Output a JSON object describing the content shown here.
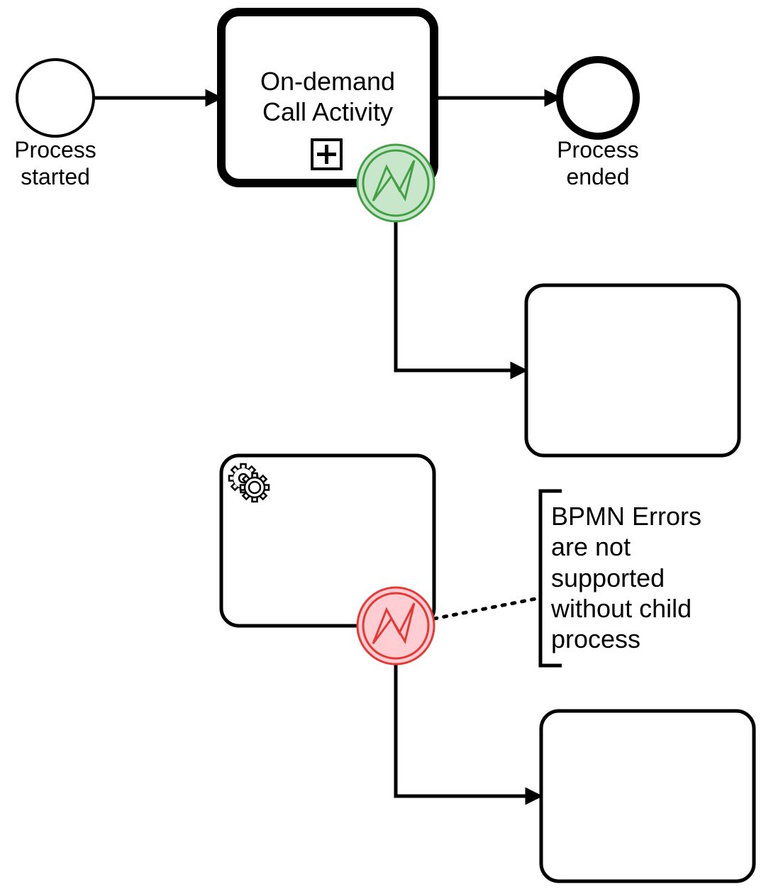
{
  "start_event": {
    "label_lines": [
      "Process",
      "started"
    ]
  },
  "call_activity": {
    "label_lines": [
      "On-demand",
      "Call Activity"
    ],
    "marker": "collapsed-subprocess-plus-icon"
  },
  "end_event": {
    "label_lines": [
      "Process",
      "ended"
    ]
  },
  "boundary_error_success": {
    "icon": "error-bolt-icon",
    "stroke": "#43a047",
    "fill": "#c8e6c9",
    "inner_stroke": "#43a047"
  },
  "boundary_error_failure": {
    "icon": "error-bolt-icon",
    "stroke": "#e53935",
    "fill": "#ffcdd2",
    "inner_stroke": "#e53935"
  },
  "service_task": {
    "icon": "gears-icon"
  },
  "annotation": {
    "lines": [
      "BPMN Errors",
      "are not",
      "supported",
      "without child",
      "process"
    ]
  },
  "colors": {
    "stroke": "#000000",
    "background": "#ffffff"
  }
}
